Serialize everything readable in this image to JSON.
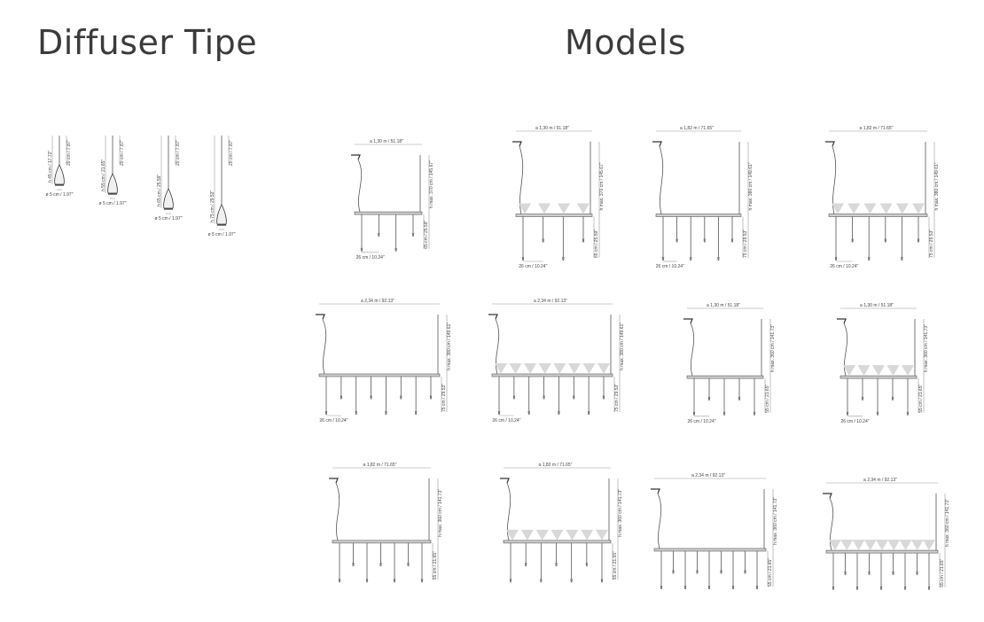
{
  "headings": {
    "diffuser": "Diffuser Tipe",
    "models": "Models"
  },
  "diffusers": [
    {
      "height": "h 45 cm / 17.72\"",
      "cable": "20 cm / 7.87\"",
      "diameter": "ø 5 cm / 1.97\""
    },
    {
      "height": "h 55 cm / 21.65\"",
      "cable": "20 cm / 7.87\"",
      "diameter": "ø 5 cm / 1.97\""
    },
    {
      "height": "h 65 cm / 25.59\"",
      "cable": "20 cm / 7.87\"",
      "diameter": "ø 5 cm / 1.97\""
    },
    {
      "height": "h 75 cm / 29.53\"",
      "cable": "20 cm / 7.87\"",
      "diameter": "ø 5 cm / 1.97\""
    }
  ],
  "models": [
    {
      "width": "a 1,30 m / 51.18\"",
      "hmax": "h max. 370 cm / 145.67\"",
      "drop": "65 cm / 25.59\"",
      "spacing": "26 cm / 10.24\"",
      "diffusers": 4,
      "lit": false
    },
    {
      "width": "a 1,30 m / 51.18\"",
      "hmax": "h max. 370 cm / 145.67\"",
      "drop": "65 cm / 25.59\"",
      "spacing": "26 cm / 10.24\"",
      "diffusers": 4,
      "lit": true
    },
    {
      "width": "a 1,82 m / 71.65\"",
      "hmax": "h max. 380 cm / 149.61\"",
      "drop": "75 cm / 29.53\"",
      "spacing": "26 cm / 10.24\"",
      "diffusers": 6,
      "lit": false
    },
    {
      "width": "a 1,82 m / 71.65\"",
      "hmax": "h max. 380 cm / 149.61\"",
      "drop": "75 cm / 29.53\"",
      "spacing": "26 cm / 10.24\"",
      "diffusers": 6,
      "lit": true
    },
    {
      "width": "a 2,34 m / 92.13\"",
      "hmax": "h max. 380 cm / 149.61\"",
      "drop": "75 cm / 29.53\"",
      "spacing": "26 cm / 10.24\"",
      "diffusers": 8,
      "lit": false
    },
    {
      "width": "a 2,34 m / 92.13\"",
      "hmax": "h max. 380 cm / 149.61\"",
      "drop": "75 cm / 29.53\"",
      "spacing": "26 cm / 10.24\"",
      "diffusers": 8,
      "lit": true
    },
    {
      "width": "a 1,30 m / 51.18\"",
      "hmax": "h max. 360 cm / 141.73\"",
      "drop": "55 cm / 21.65\"",
      "spacing": "26 cm / 10.24\"",
      "diffusers": 5,
      "lit": false
    },
    {
      "width": "a 1,30 m / 51.18\"",
      "hmax": "h max. 360 cm / 141.73\"",
      "drop": "55 cm / 21.65\"",
      "spacing": "26 cm / 10.24\"",
      "diffusers": 5,
      "lit": true
    },
    {
      "width": "a 1,82 m / 71.65\"",
      "hmax": "h max. 360 cm / 141.73\"",
      "drop": "55 cm / 21.65\"",
      "spacing": "",
      "diffusers": 7,
      "lit": false
    },
    {
      "width": "a 1,82 m / 71.65\"",
      "hmax": "h max. 360 cm / 141.73\"",
      "drop": "55 cm / 21.65\"",
      "spacing": "",
      "diffusers": 7,
      "lit": true
    },
    {
      "width": "a 2,34 m / 92.13\"",
      "hmax": "h max. 360 cm / 141.73\"",
      "drop": "55 cm / 21.65\"",
      "spacing": "",
      "diffusers": 9,
      "lit": false
    },
    {
      "width": "a 2,34 m / 92.13\"",
      "hmax": "h max. 360 cm / 141.73\"",
      "drop": "55 cm / 21.65\"",
      "spacing": "",
      "diffusers": 9,
      "lit": true
    }
  ]
}
